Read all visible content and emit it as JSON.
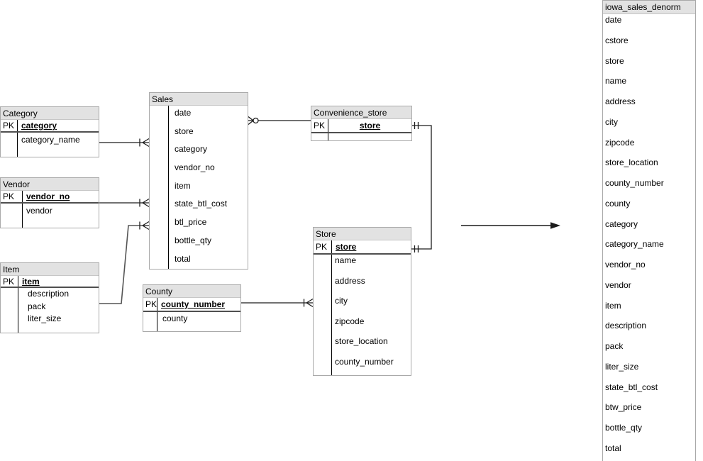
{
  "tables": {
    "category": {
      "title": "Category",
      "pk_label": "PK",
      "pk_field": "category",
      "fields": [
        "category_name"
      ]
    },
    "vendor": {
      "title": "Vendor",
      "pk_label": "PK",
      "pk_field": "vendor_no",
      "fields": [
        "vendor"
      ]
    },
    "item": {
      "title": "Item",
      "pk_label": "PK",
      "pk_field": "item",
      "fields": [
        "description",
        "pack",
        "liter_size"
      ]
    },
    "sales": {
      "title": "Sales",
      "fields": [
        "date",
        "store",
        "category",
        "vendor_no",
        "item",
        "state_btl_cost",
        "btl_price",
        "bottle_qty",
        "total"
      ]
    },
    "county": {
      "title": "County",
      "pk_label": "PK",
      "pk_field": "county_number",
      "fields": [
        "county"
      ]
    },
    "convenience_store": {
      "title": "Convenience_store",
      "pk_label": "PK",
      "pk_field": "store",
      "fields": []
    },
    "store": {
      "title": "Store",
      "pk_label": "PK",
      "pk_field": "store",
      "fields": [
        "name",
        "address",
        "city",
        "zipcode",
        "store_location",
        "county_number"
      ]
    },
    "iowa_sales_denorm": {
      "title": "iowa_sales_denorm",
      "fields": [
        "date",
        "cstore",
        "store",
        "name",
        "address",
        "city",
        "zipcode",
        "store_location",
        "county_number",
        "county",
        "category",
        "category_name",
        "vendor_no",
        "vendor",
        "item",
        "description",
        "pack",
        "liter_size",
        "state_btl_cost",
        "btw_price",
        "bottle_qty",
        "total"
      ]
    }
  },
  "relationships": [
    {
      "from": "Category",
      "to": "Sales",
      "to_cardinality": "one-or-many"
    },
    {
      "from": "Vendor",
      "to": "Sales",
      "to_cardinality": "one-or-many"
    },
    {
      "from": "Item",
      "to": "Sales",
      "to_cardinality": "one-or-many"
    },
    {
      "from": "Convenience_store",
      "to": "Sales",
      "to_cardinality": "zero-or-many"
    },
    {
      "from": "Convenience_store",
      "to": "Store",
      "cardinality": "one-to-one"
    },
    {
      "from": "County",
      "to": "Store",
      "to_cardinality": "one-or-many"
    },
    {
      "from": "schema",
      "to": "iowa_sales_denorm",
      "type": "denormalization-arrow"
    }
  ],
  "colors": {
    "header_bg": "#e2e2e2",
    "table_border": "#a9a9a9",
    "line": "#1c1c1c",
    "pk_divider": "#4f4f4f"
  }
}
